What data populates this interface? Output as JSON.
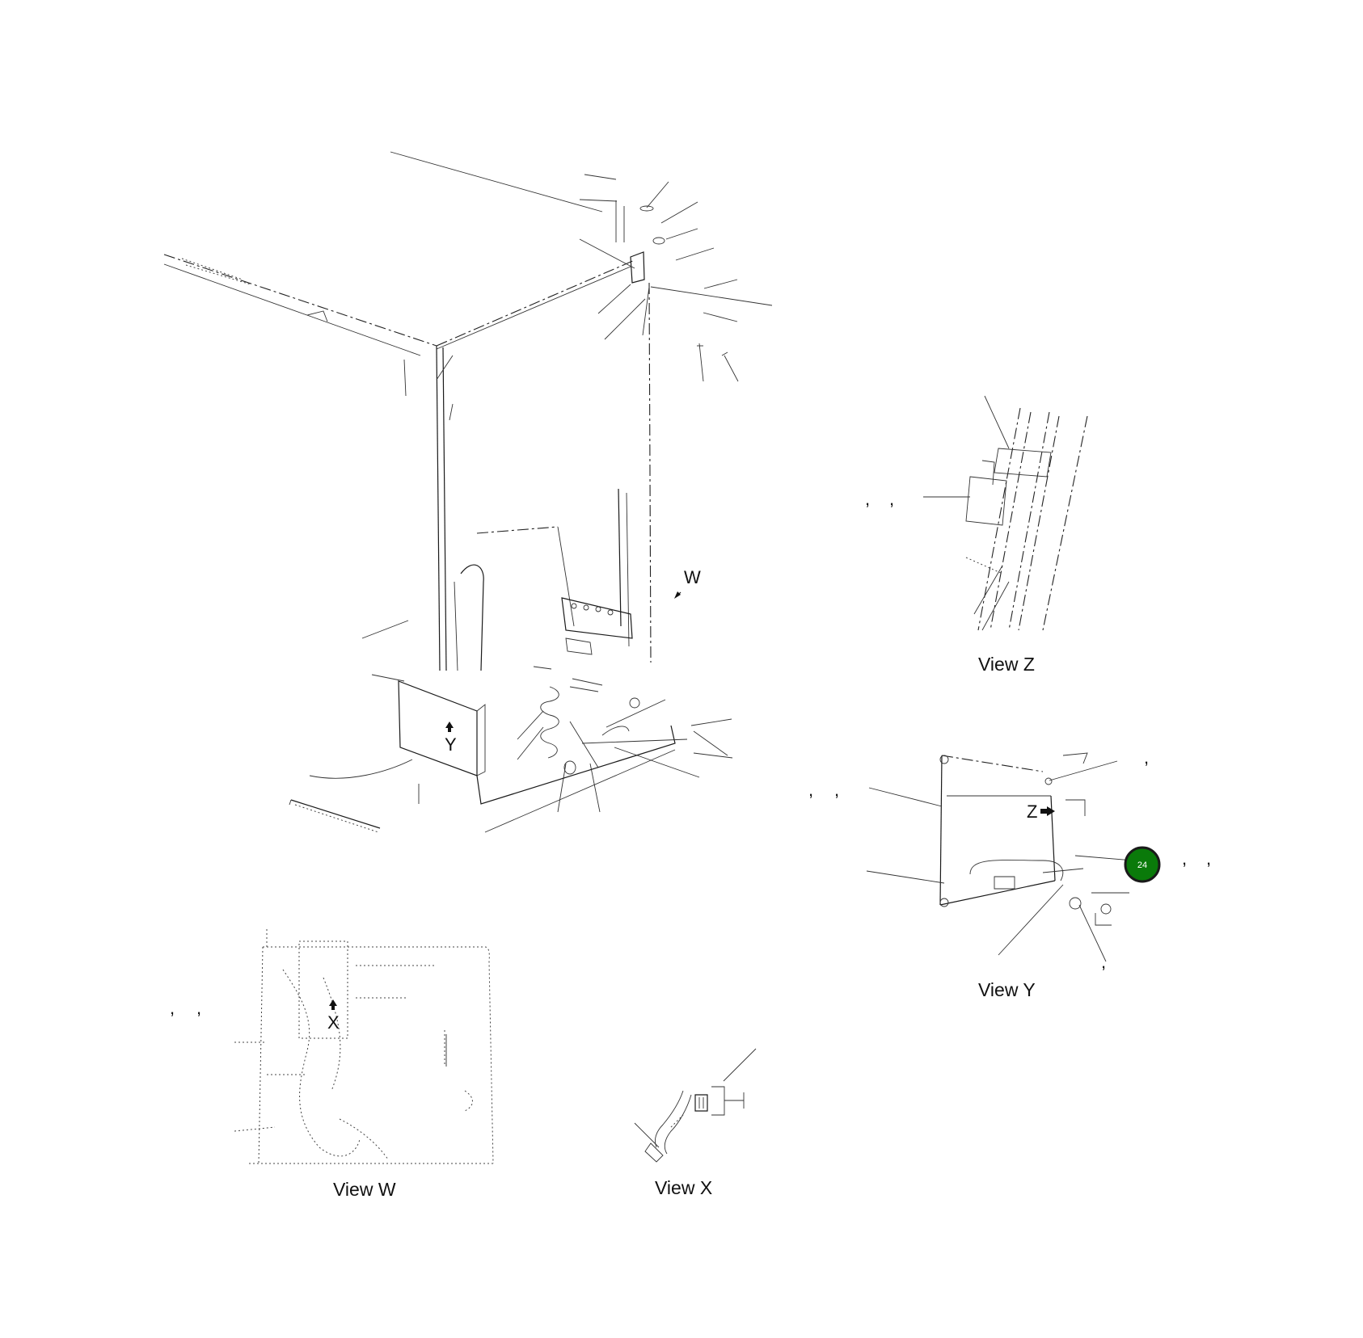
{
  "views": {
    "w": "View W",
    "x": "View X",
    "y": "View Y",
    "z": "View Z"
  },
  "arrows": {
    "w": "W",
    "x": "X",
    "y": "Y",
    "z": "Z"
  },
  "separator": ",",
  "hotspot": {
    "label": "24",
    "fill": "#0a7a0a",
    "ring": "#1a1a1a"
  }
}
